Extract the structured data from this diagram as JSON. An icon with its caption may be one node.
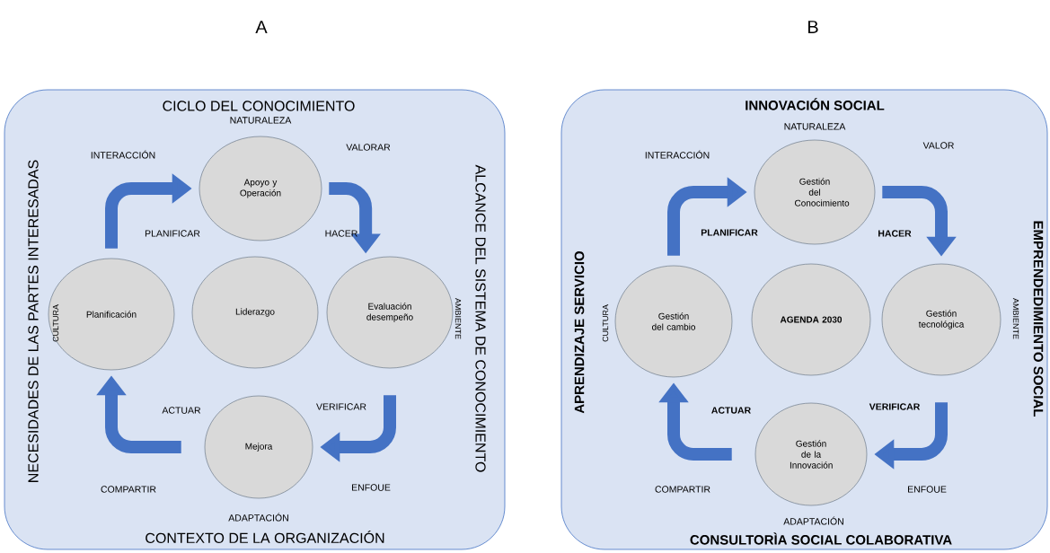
{
  "diagram": {
    "nodes": [
      {
        "text": [
          "CICLO DEL CONOCIMIENTO",
          "NECESIDADES DE LAS PARTES INTERESADAS",
          "ALCANCE DEL SISTEMA DE CONOCIMIENTO",
          "CONTEXTO DE LA ORGANIZACIÓN"
        ],
        "beside": [
          "A"
        ]
      },
      {
        "text": [
          "Apoyo y Operación"
        ],
        "in": 0
      },
      {
        "text": [
          "Planificación"
        ],
        "in": 0
      },
      {
        "text": [
          "Liderazgo"
        ],
        "in": 0
      },
      {
        "text": [
          "Evaluación desempeño"
        ],
        "in": 0
      },
      {
        "text": [
          "Mejora"
        ],
        "in": 0
      },
      {
        "text": [
          "INNOVACIÓN SOCIAL",
          "APRENDIZAJE SERVICIO",
          "EMPRENDEDIMIENTO SOCIAL",
          "CONSULTORÌA SOCIAL COLABORATIVA"
        ],
        "beside": [
          "B"
        ]
      },
      {
        "text": [
          "Gestión del Conocimiento"
        ],
        "in": 6
      },
      {
        "text": [
          "Gestión del cambio"
        ],
        "in": 6
      },
      {
        "text": [
          "AGENDA 2030"
        ],
        "in": 6
      },
      {
        "text": [
          "Gestión tecnológica"
        ],
        "in": 6
      },
      {
        "text": [
          "Gestión de la Innovación"
        ],
        "in": 6
      }
    ],
    "edges": [
      {
        "from": 2,
        "to": 1,
        "arrow": "to"
      },
      {
        "from": 1,
        "to": 4,
        "arrow": "to"
      },
      {
        "from": 4,
        "to": 5,
        "arrow": "to"
      },
      {
        "from": 5,
        "to": 2,
        "arrow": "to"
      },
      {
        "from": 8,
        "to": 7,
        "arrow": "to"
      },
      {
        "from": 7,
        "to": 10,
        "arrow": "to"
      },
      {
        "from": 10,
        "to": 11,
        "arrow": "to"
      },
      {
        "from": 11,
        "to": 8,
        "arrow": "to"
      }
    ],
    "labels": [
      "NATURALEZA",
      "INTERACCIÓN",
      "VALORAR",
      "PLANIFICAR",
      "HACER",
      "CULTURA",
      "AMBIENTE",
      "ACTUAR",
      "VERIFICAR",
      "COMPARTIR",
      "ENFOUE",
      "ADAPTACIÓN",
      "NATURALEZA",
      "INTERACCIÓN",
      "VALOR",
      "PLANIFICAR",
      "HACER",
      "CULTURA",
      "AMBIENTE",
      "ACTUAR",
      "VERIFICAR",
      "COMPARTIR",
      "ENFOUE",
      "ADAPTACIÓN"
    ]
  }
}
